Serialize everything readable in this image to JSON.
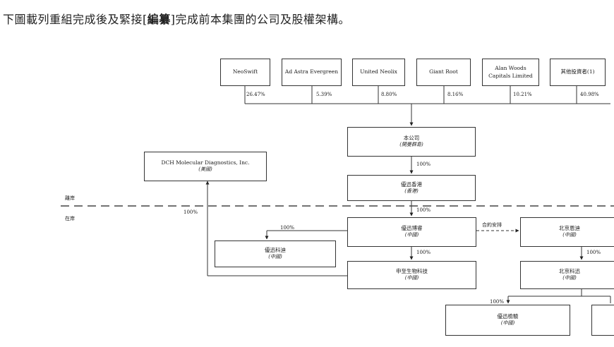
{
  "heading": {
    "before": "下圖載列重組完成後及緊接[",
    "bold": "編纂",
    "after": "]完成前本集團的公司及股權架構。"
  },
  "shareholders": [
    {
      "name": "NeoSwift",
      "pct": "26.47%"
    },
    {
      "name": "Ad Astra Evergreen",
      "pct": "5.39%"
    },
    {
      "name": "United Neolix",
      "pct": "8.80%"
    },
    {
      "name": "Giant Root",
      "pct": "8.16%"
    },
    {
      "name": "Alan Woods\nCapitals Limited",
      "pct": "10.21%"
    },
    {
      "name": "其他投資者(1)",
      "pct": "40.98%"
    }
  ],
  "company": {
    "name": "本公司",
    "sub": "(開曼群島)"
  },
  "hk": {
    "name": "優迅香港",
    "sub": "(香港)",
    "pct": "100%"
  },
  "dch": {
    "name": "DCH Molecular Diagnostics, Inc.",
    "sub": "(美國)",
    "pct": "100%"
  },
  "offshore_label": "離岸",
  "onshore_label": "在岸",
  "bosheng": {
    "name": "優迅博睿",
    "sub": "(中國)",
    "pct": "100%"
  },
  "kedi": {
    "name": "優迅科迪",
    "sub": "(中國)",
    "pct": "100%"
  },
  "shenzhi": {
    "name": "申至生物科技",
    "sub": "(中國)",
    "pct": "100%"
  },
  "contract_label": "合約安排",
  "beijing_ensi": {
    "name": "北京恩迪",
    "sub": "(中國)",
    "pct": "100%"
  },
  "beijing_kexun": {
    "name": "北京科迅",
    "sub": "(中國)"
  },
  "testing": {
    "name": "優迅檢驗",
    "sub": "(中國)",
    "pct": "100%"
  }
}
